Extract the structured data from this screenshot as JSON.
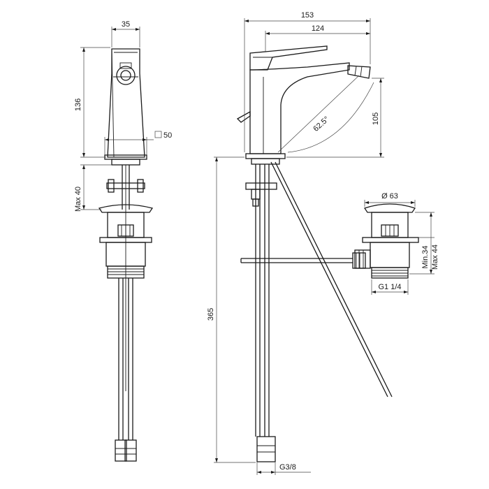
{
  "dimensions": {
    "front_width": "35",
    "front_height": "136",
    "max_deck": "Max 40",
    "base_square": "50",
    "overall_width": "153",
    "spout_reach": "124",
    "spout_height": "105",
    "spout_angle": "62.5°",
    "overall_height": "365",
    "waste_diameter": "Ø 63",
    "waste_thread": "G1 1/4",
    "waste_min": "Min.34",
    "waste_max": "Max 44",
    "hose_thread": "G3/8"
  },
  "colors": {
    "line": "#1a1a1a",
    "dimension": "#444444",
    "background": "#ffffff"
  },
  "icons": {
    "base_square": "square-symbol-icon"
  }
}
